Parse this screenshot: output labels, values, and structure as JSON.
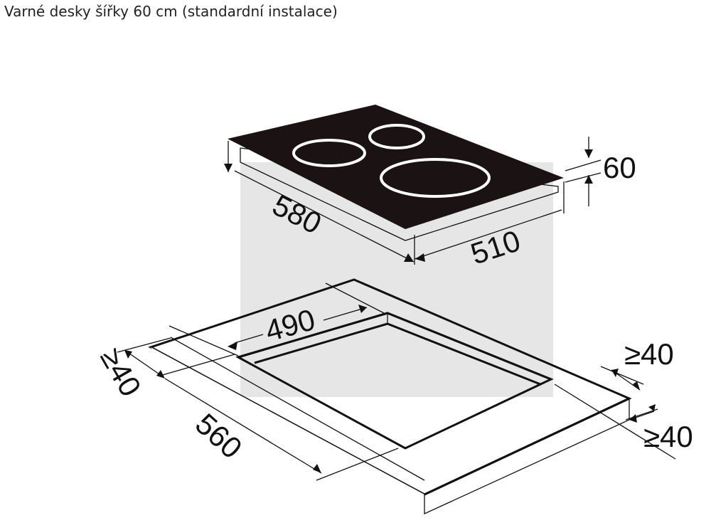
{
  "title": "Varné desky šířky 60 cm (standardní instalace)",
  "dimensions": {
    "hob_height": "60",
    "hob_depth": "580",
    "hob_width": "510",
    "cutout_width": "490",
    "cutout_depth": "560",
    "front_clearance": "≥40",
    "right_clearance_top": "≥40",
    "right_clearance_side": "≥40"
  },
  "colors": {
    "hob": "#1a1213",
    "projection": "#e6e6e6",
    "line": "#111111"
  }
}
